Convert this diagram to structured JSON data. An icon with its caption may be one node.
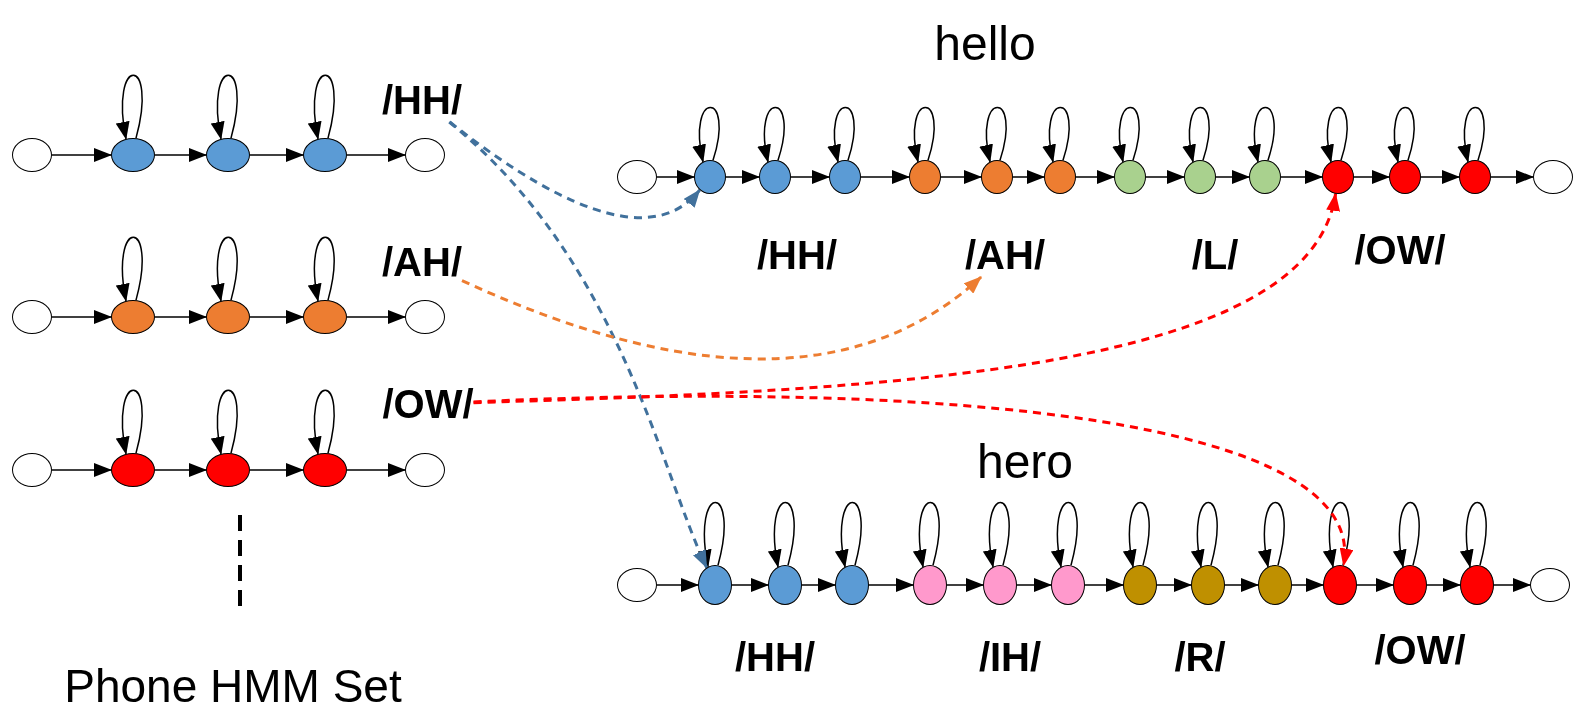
{
  "diagram": {
    "nodes": [
      {
        "text": [
          "/HH/"
        ]
      },
      {
        "text": [],
        "shape": "circle"
      },
      {
        "text": [],
        "shape": "circle"
      },
      {
        "text": [],
        "shape": "circle"
      },
      {
        "text": [],
        "shape": "circle"
      },
      {
        "text": [],
        "shape": "circle"
      },
      {
        "text": [
          "/AH/"
        ]
      },
      {
        "text": [],
        "shape": "circle"
      },
      {
        "text": [],
        "shape": "circle"
      },
      {
        "text": [],
        "shape": "circle"
      },
      {
        "text": [],
        "shape": "circle"
      },
      {
        "text": [],
        "shape": "circle"
      },
      {
        "text": [
          "/OW/"
        ]
      },
      {
        "text": [],
        "shape": "circle"
      },
      {
        "text": [],
        "shape": "circle"
      },
      {
        "text": [],
        "shape": "circle"
      },
      {
        "text": [],
        "shape": "circle"
      },
      {
        "text": [],
        "shape": "circle"
      },
      {
        "text": [],
        "shape": "circle"
      },
      {
        "text": [],
        "shape": "circle"
      },
      {
        "text": [],
        "shape": "circle"
      },
      {
        "text": [],
        "shape": "circle"
      },
      {
        "text": [],
        "shape": "circle"
      },
      {
        "text": [],
        "shape": "circle"
      },
      {
        "text": [],
        "shape": "circle"
      },
      {
        "text": [],
        "shape": "circle"
      },
      {
        "text": [],
        "shape": "circle"
      },
      {
        "text": [],
        "shape": "circle"
      },
      {
        "text": [],
        "shape": "circle"
      },
      {
        "text": [],
        "shape": "circle"
      },
      {
        "text": [],
        "shape": "circle"
      },
      {
        "text": [],
        "shape": "circle"
      },
      {
        "text": [
          "/AH/"
        ]
      },
      {
        "text": [],
        "shape": "circle"
      },
      {
        "text": [],
        "shape": "circle"
      },
      {
        "text": [],
        "shape": "circle"
      },
      {
        "text": [],
        "shape": "circle"
      },
      {
        "text": [],
        "shape": "circle"
      },
      {
        "text": [],
        "shape": "circle"
      },
      {
        "text": [],
        "shape": "circle"
      },
      {
        "text": [],
        "shape": "circle"
      },
      {
        "text": [],
        "shape": "circle"
      },
      {
        "text": [],
        "shape": "circle"
      },
      {
        "text": [],
        "shape": "circle"
      },
      {
        "text": [],
        "shape": "circle"
      },
      {
        "text": [],
        "shape": "circle"
      },
      {
        "text": [],
        "shape": "circle"
      }
    ],
    "edges": [
      {
        "from": 1,
        "to": 2,
        "arrow": "to"
      },
      {
        "from": 2,
        "to": 3,
        "arrow": "to"
      },
      {
        "from": 3,
        "to": 4,
        "arrow": "to"
      },
      {
        "from": 4,
        "to": 5,
        "arrow": "to"
      },
      {
        "from": 2,
        "to": 2,
        "arrow": "to"
      },
      {
        "from": 3,
        "to": 3,
        "arrow": "to"
      },
      {
        "from": 4,
        "to": 4,
        "arrow": "to"
      },
      {
        "from": 7,
        "to": 8,
        "arrow": "to"
      },
      {
        "from": 8,
        "to": 9,
        "arrow": "to"
      },
      {
        "from": 9,
        "to": 10,
        "arrow": "to"
      },
      {
        "from": 10,
        "to": 11,
        "arrow": "to"
      },
      {
        "from": 8,
        "to": 8,
        "arrow": "to"
      },
      {
        "from": 9,
        "to": 9,
        "arrow": "to"
      },
      {
        "from": 10,
        "to": 10,
        "arrow": "to"
      },
      {
        "from": 13,
        "to": 14,
        "arrow": "to"
      },
      {
        "from": 14,
        "to": 15,
        "arrow": "to"
      },
      {
        "from": 15,
        "to": 16,
        "arrow": "to"
      },
      {
        "from": 16,
        "to": 17,
        "arrow": "to"
      },
      {
        "from": 14,
        "to": 14,
        "arrow": "to"
      },
      {
        "from": 15,
        "to": 15,
        "arrow": "to"
      },
      {
        "from": 16,
        "to": 16,
        "arrow": "to"
      },
      {
        "from": 18,
        "to": 19,
        "arrow": "to"
      },
      {
        "from": 19,
        "to": 20,
        "arrow": "to"
      },
      {
        "from": 20,
        "to": 21,
        "arrow": "to"
      },
      {
        "from": 21,
        "to": 22,
        "arrow": "to"
      },
      {
        "from": 22,
        "to": 23,
        "arrow": "to"
      },
      {
        "from": 23,
        "to": 24,
        "arrow": "to"
      },
      {
        "from": 24,
        "to": 25,
        "arrow": "to"
      },
      {
        "from": 25,
        "to": 26,
        "arrow": "to"
      },
      {
        "from": 26,
        "to": 27,
        "arrow": "to"
      },
      {
        "from": 27,
        "to": 28,
        "arrow": "to"
      },
      {
        "from": 28,
        "to": 29,
        "arrow": "to"
      },
      {
        "from": 29,
        "to": 30,
        "arrow": "to"
      },
      {
        "from": 30,
        "to": 31,
        "arrow": "to"
      },
      {
        "from": 19,
        "to": 19,
        "arrow": "to"
      },
      {
        "from": 20,
        "to": 20,
        "arrow": "to"
      },
      {
        "from": 21,
        "to": 21,
        "arrow": "to"
      },
      {
        "from": 22,
        "to": 22,
        "arrow": "to"
      },
      {
        "from": 23,
        "to": 23,
        "arrow": "to"
      },
      {
        "from": 24,
        "to": 24,
        "arrow": "to"
      },
      {
        "from": 25,
        "to": 25,
        "arrow": "to"
      },
      {
        "from": 26,
        "to": 26,
        "arrow": "to"
      },
      {
        "from": 27,
        "to": 27,
        "arrow": "to"
      },
      {
        "from": 28,
        "to": 28,
        "arrow": "to"
      },
      {
        "from": 29,
        "to": 29,
        "arrow": "to"
      },
      {
        "from": 30,
        "to": 30,
        "arrow": "to"
      },
      {
        "from": 33,
        "to": 34,
        "arrow": "to"
      },
      {
        "from": 34,
        "to": 35,
        "arrow": "to"
      },
      {
        "from": 35,
        "to": 36,
        "arrow": "to"
      },
      {
        "from": 36,
        "to": 37,
        "arrow": "to"
      },
      {
        "from": 37,
        "to": 38,
        "arrow": "to"
      },
      {
        "from": 38,
        "to": 39,
        "arrow": "to"
      },
      {
        "from": 39,
        "to": 40,
        "arrow": "to"
      },
      {
        "from": 40,
        "to": 41,
        "arrow": "to"
      },
      {
        "from": 41,
        "to": 42,
        "arrow": "to"
      },
      {
        "from": 42,
        "to": 43,
        "arrow": "to"
      },
      {
        "from": 43,
        "to": 44,
        "arrow": "to"
      },
      {
        "from": 44,
        "to": 45,
        "arrow": "to"
      },
      {
        "from": 45,
        "to": 46,
        "arrow": "to"
      },
      {
        "from": 34,
        "to": 34,
        "arrow": "to"
      },
      {
        "from": 35,
        "to": 35,
        "arrow": "to"
      },
      {
        "from": 36,
        "to": 36,
        "arrow": "to"
      },
      {
        "from": 37,
        "to": 37,
        "arrow": "to"
      },
      {
        "from": 38,
        "to": 38,
        "arrow": "to"
      },
      {
        "from": 39,
        "to": 39,
        "arrow": "to"
      },
      {
        "from": 40,
        "to": 40,
        "arrow": "to"
      },
      {
        "from": 41,
        "to": 41,
        "arrow": "to"
      },
      {
        "from": 42,
        "to": 42,
        "arrow": "to"
      },
      {
        "from": 43,
        "to": 43,
        "arrow": "to"
      },
      {
        "from": 44,
        "to": 44,
        "arrow": "to"
      },
      {
        "from": 45,
        "to": 45,
        "arrow": "to"
      },
      {
        "from": 0,
        "to": 19,
        "arrow": "to",
        "style": "dashed",
        "color": "#41719c"
      },
      {
        "from": 0,
        "to": 34,
        "arrow": "to",
        "style": "dashed",
        "color": "#41719c"
      },
      {
        "from": 6,
        "to": 32,
        "arrow": "to",
        "style": "dashed",
        "color": "#ed7d31"
      },
      {
        "from": 12,
        "to": 28,
        "arrow": "to",
        "style": "dashed",
        "color": "#ff0000"
      },
      {
        "from": 12,
        "to": 43,
        "arrow": "to",
        "style": "dashed",
        "color": "#ff0000"
      }
    ],
    "labels": [
      "hello",
      "/HH/",
      "/L/",
      "/OW/",
      "hero",
      "/HH/",
      "/IH/",
      "/R/",
      "/OW/",
      "Phone HMM Set"
    ]
  }
}
